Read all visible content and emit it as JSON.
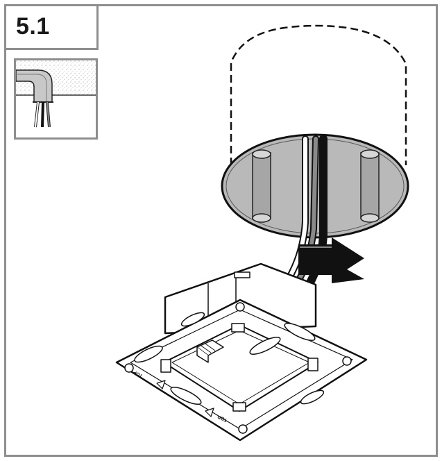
{
  "step": {
    "number": "5.1"
  },
  "plate": {
    "marks": [
      "TOP",
      "TOP"
    ]
  },
  "colors": {
    "frame": "#8e8e8e",
    "cylinder_base": "#b9b9b9",
    "line": "#111111",
    "cable_grey": "#8a8a8a"
  },
  "icons": [
    "ceiling-cable-entry-icon",
    "insertion-arrow-icon"
  ]
}
